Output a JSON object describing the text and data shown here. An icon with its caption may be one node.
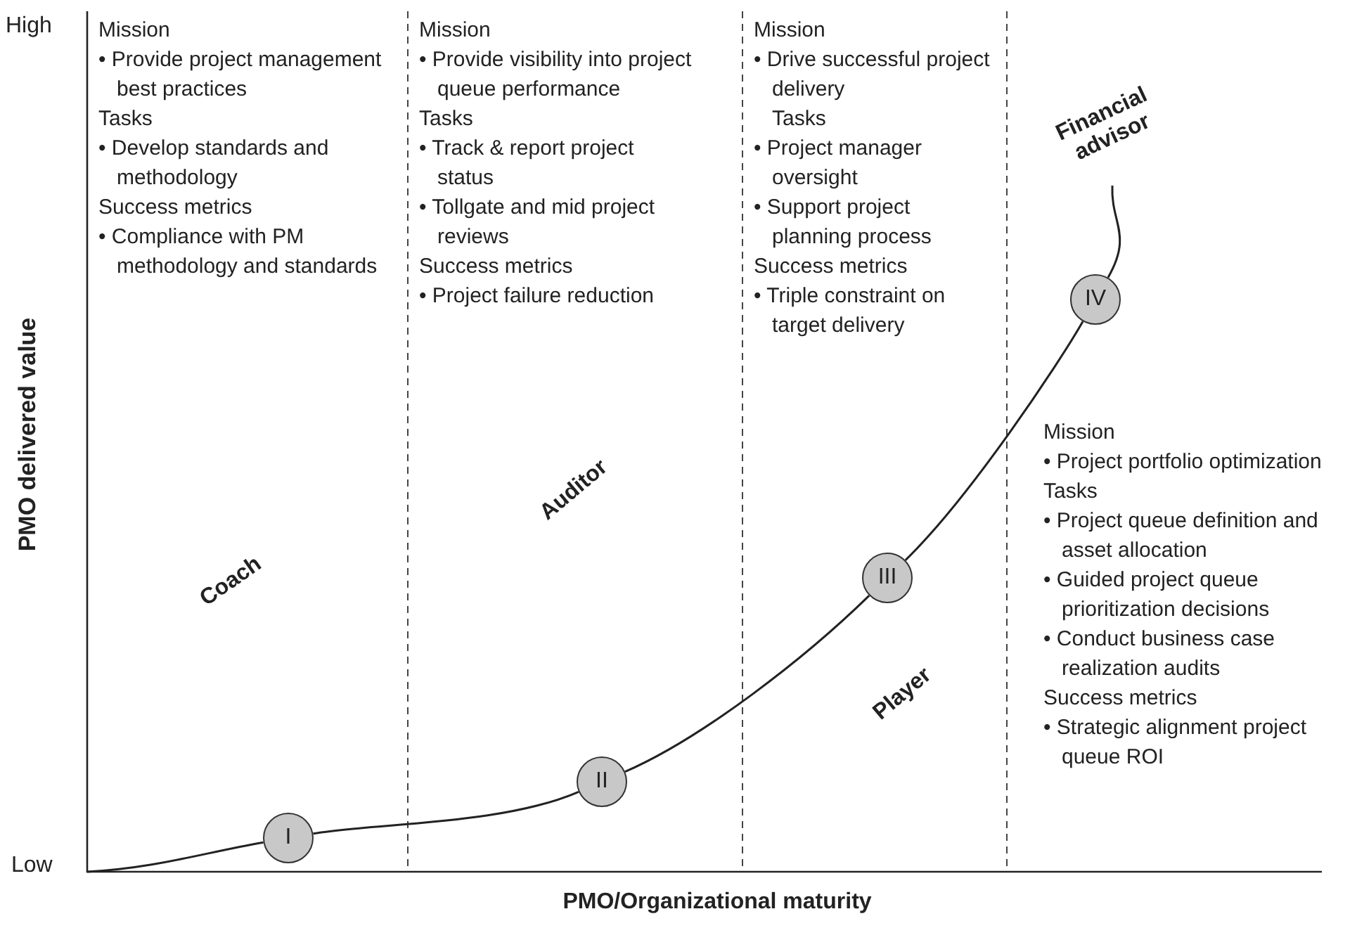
{
  "diagram": {
    "nodes": [
      {
        "text": [
          "I"
        ]
      },
      {
        "text": [
          "II"
        ]
      },
      {
        "text": [
          "III"
        ]
      },
      {
        "text": [
          "IV"
        ]
      }
    ],
    "edges": [
      {
        "from": null,
        "to": 0,
        "arrow": "none"
      },
      {
        "from": 0,
        "to": 1,
        "arrow": "none"
      },
      {
        "from": 1,
        "to": 2,
        "arrow": "none"
      },
      {
        "from": 2,
        "to": 3,
        "arrow": "none"
      },
      {
        "from": 3,
        "to": null,
        "arrow": "none"
      }
    ],
    "labels": [
      "High",
      "Mission",
      "• Provide project management best practices",
      "Tasks",
      "• Develop standards and methodology",
      "Success metrics",
      "• Compliance with PM methodology and standards",
      "Mission",
      "• Provide visibility into project queue performance",
      "Tasks",
      "• Track & report project status",
      "• Tollgate and mid project reviews",
      "Success metrics",
      "• Project failure reduction",
      "Mission",
      "• Drive successful project delivery",
      "Tasks",
      "• Project manager oversight",
      "• Support project planning process",
      "Success metrics",
      "• Triple constraint on target delivery",
      "Financial advisor",
      "Mission",
      "• Project portfolio optimization",
      "Tasks",
      "• Project queue definition and asset allocation",
      "• Guided project queue prioritization decisions",
      "• Conduct business case realization audits",
      "Success metrics",
      "• Strategic alignment project queue ROI",
      "Auditor",
      "Coach",
      "Player",
      "Low",
      "PMO delivered value",
      "PMO/Organizational maturity"
    ]
  }
}
